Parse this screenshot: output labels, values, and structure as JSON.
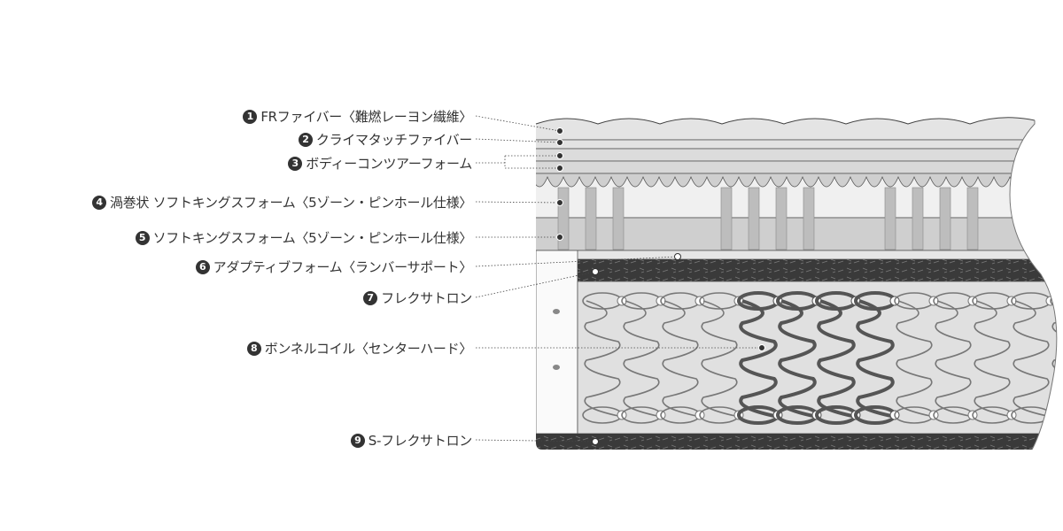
{
  "layers": [
    {
      "number": "1",
      "label": "FRファイバー〈難燃レーヨン繊維〉"
    },
    {
      "number": "2",
      "label": "クライマタッチファイバー"
    },
    {
      "number": "3",
      "label": "ボディーコンツアーフォーム"
    },
    {
      "number": "4",
      "label": "渦巻状 ソフトキングスフォーム〈5ゾーン・ピンホール仕様〉"
    },
    {
      "number": "5",
      "label": "ソフトキングスフォーム〈5ゾーン・ピンホール仕様〉"
    },
    {
      "number": "6",
      "label": "アダプティブフォーム〈ランバーサポート〉"
    },
    {
      "number": "7",
      "label": "フレクサトロン"
    },
    {
      "number": "8",
      "label": "ボンネルコイル〈センターハード〉"
    },
    {
      "number": "9",
      "label": "S-フレクサトロン"
    }
  ]
}
